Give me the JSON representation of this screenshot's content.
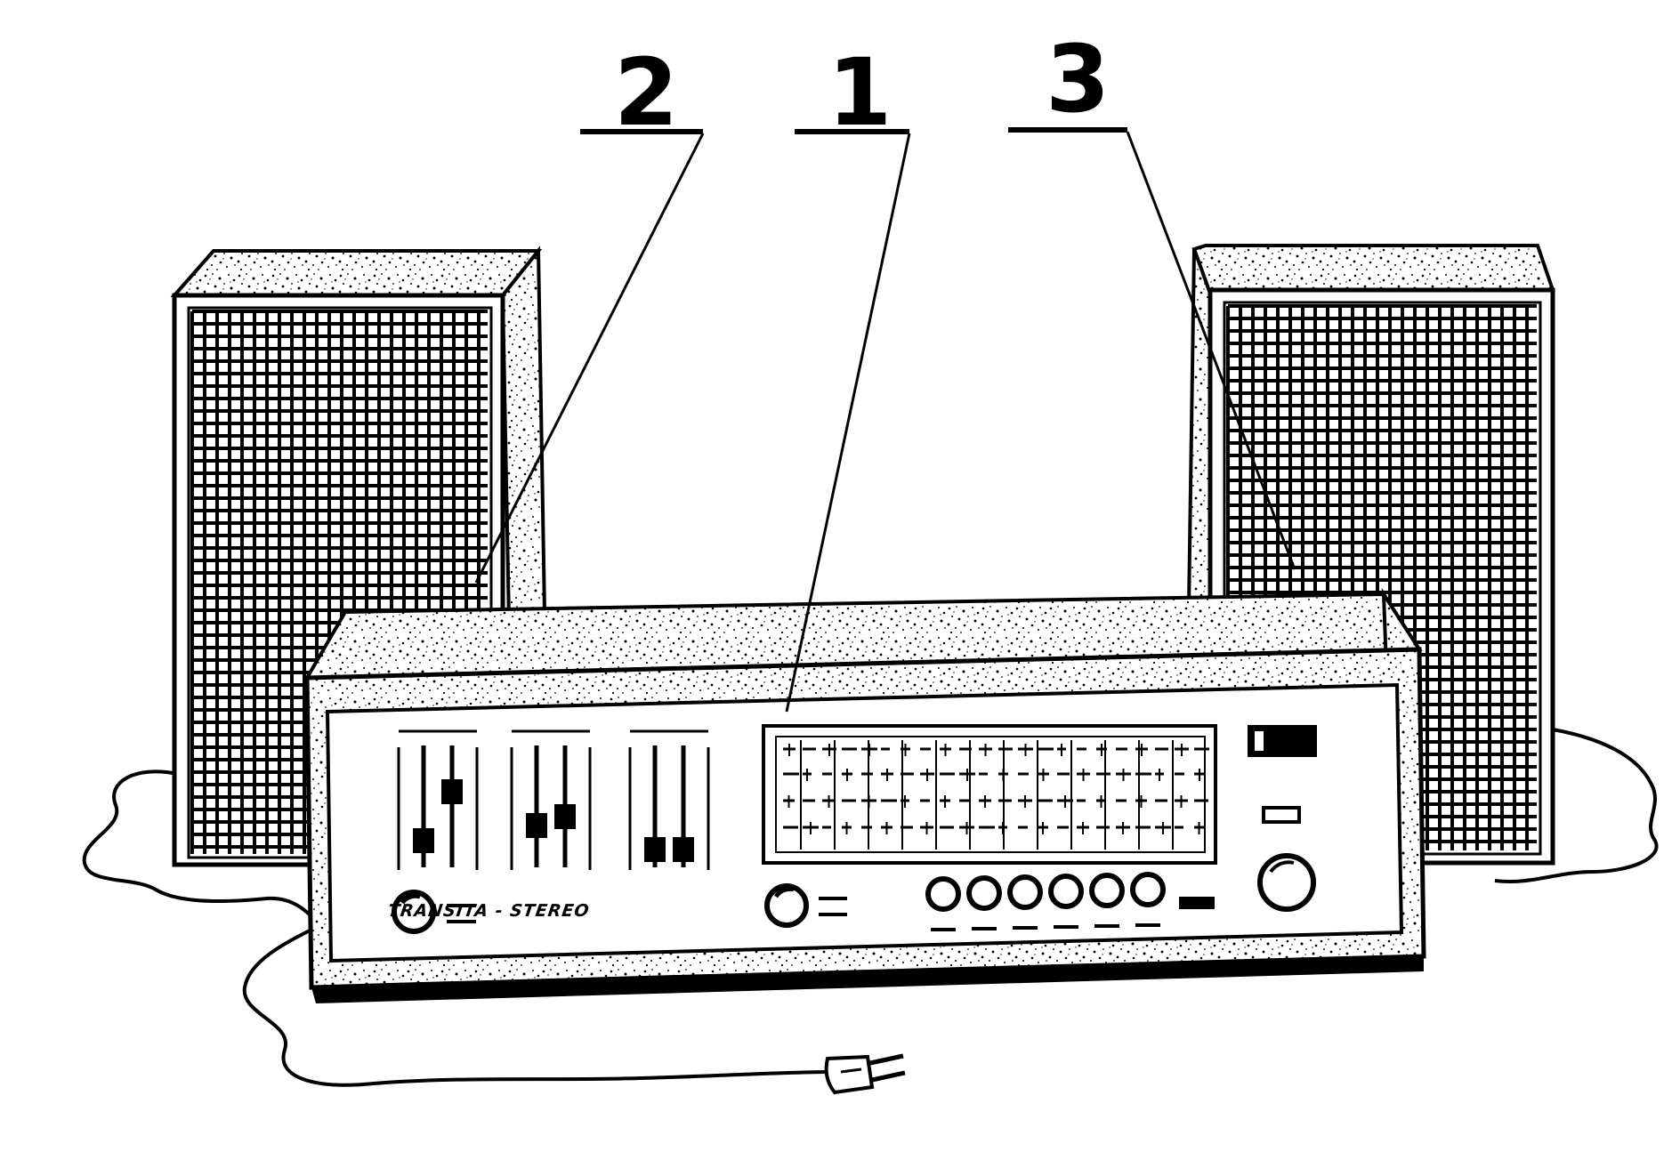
{
  "diagram": {
    "callouts": [
      {
        "number": "1"
      },
      {
        "number": "2"
      },
      {
        "number": "3"
      }
    ],
    "receiver": {
      "brand_text": "TRANSITA - STEREO",
      "slider_groups": 3,
      "function_knobs": 6
    },
    "colors": {
      "ink": "#000000",
      "paper": "#ffffff"
    }
  }
}
